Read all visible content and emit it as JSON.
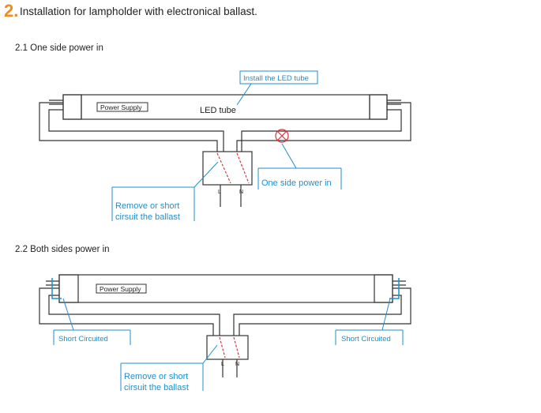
{
  "header": {
    "section_number": "2.",
    "title": "Installation for lampholder with electronical ballast."
  },
  "diagram1": {
    "heading": "2.1  One side power in",
    "callout_install": "Install the LED tube",
    "power_supply": "Power Supply",
    "tube_label": "LED tube",
    "callout_one_side": "One side power in",
    "ballast_line1": "Remove or short",
    "ballast_line2": "cirsuit the ballast",
    "terminal_l": "L",
    "terminal_n": "N"
  },
  "diagram2": {
    "heading": "2.2  Both sides power in",
    "power_supply": "Power Supply",
    "short_left": "Short Circuited",
    "short_right": "Short Circuited",
    "ballast_line1": "Remove or short",
    "ballast_line2": "cirsuit the ballast",
    "terminal_l": "L",
    "terminal_n": "N"
  },
  "colors": {
    "accent": "#f28c1e",
    "callout_blue": "#1f8fcf",
    "line": "#333333",
    "red": "#e0303a"
  }
}
